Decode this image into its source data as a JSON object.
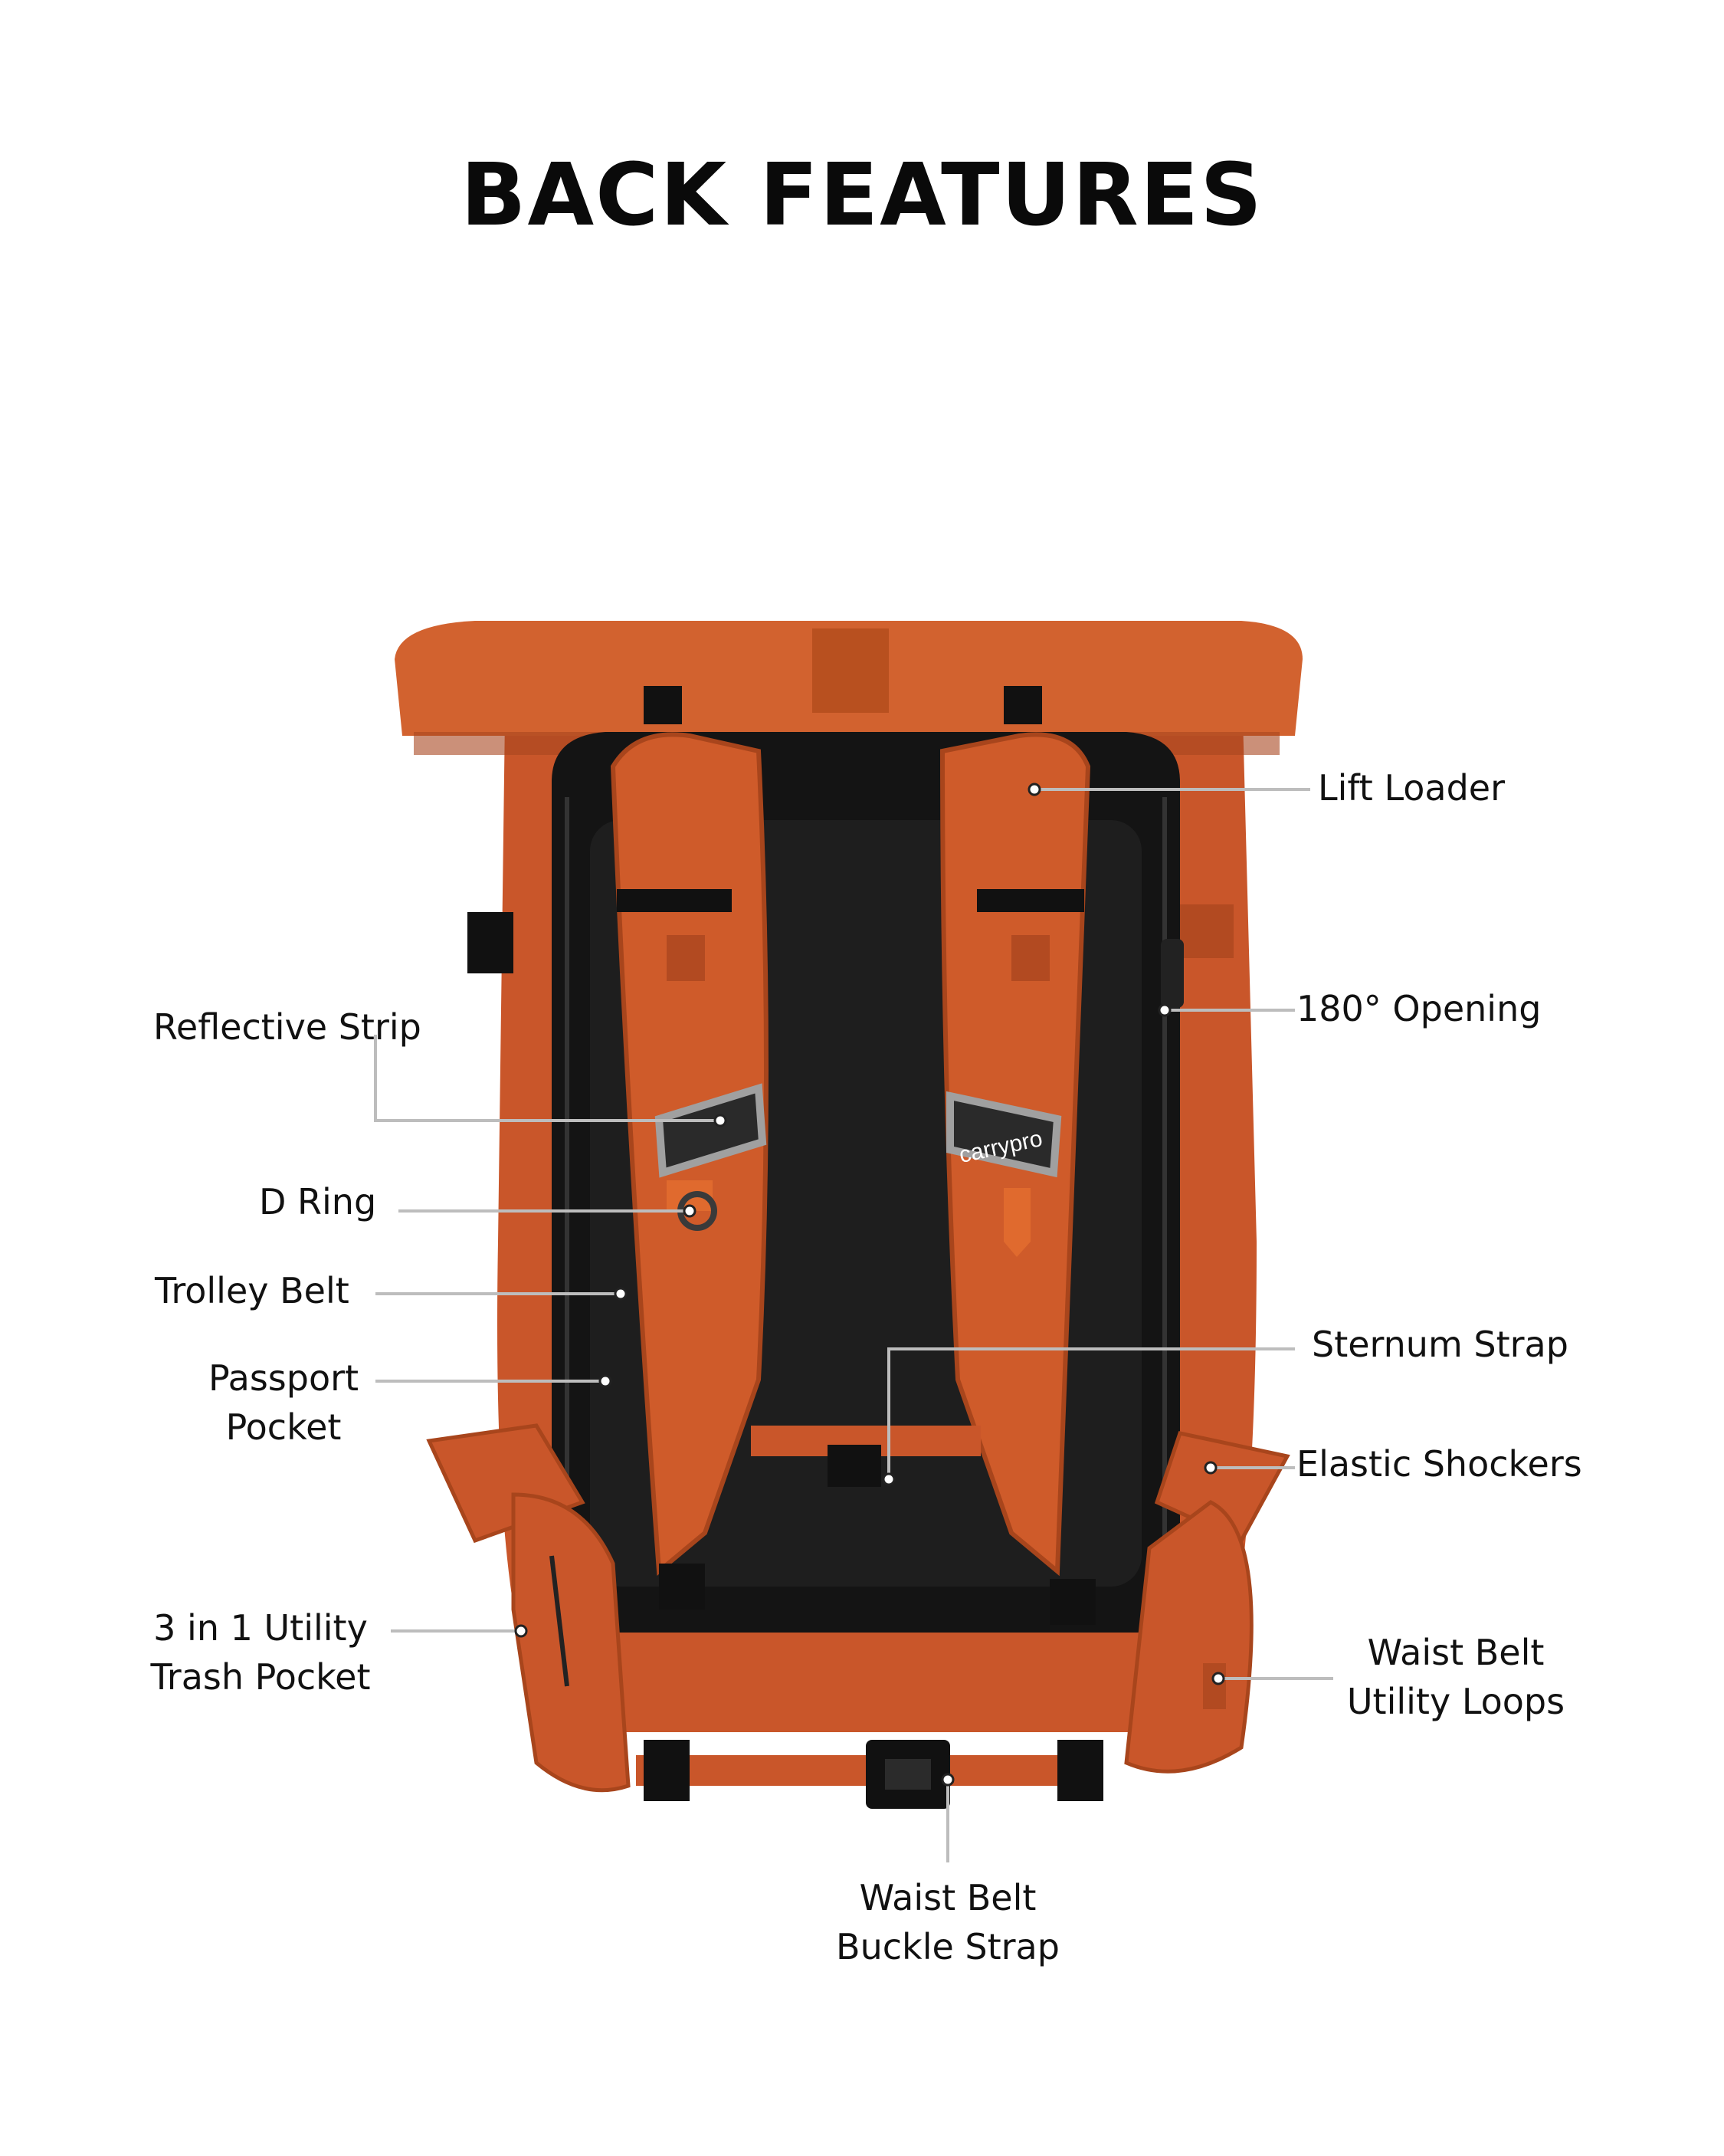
{
  "title": "BACK FEATURES",
  "brand_label": "carrypro",
  "colors": {
    "orange": "#c9562a",
    "orange_dark": "#9e3f1c",
    "black": "#111111",
    "leader": "#bdbdbd",
    "background": "#ffffff"
  },
  "labels": {
    "lift_loader": "Lift Loader",
    "opening": "180° Opening",
    "reflective_strip": "Reflective Strip",
    "d_ring": "D Ring",
    "trolley_belt": "Trolley Belt",
    "passport_pocket": [
      "Passport",
      "Pocket"
    ],
    "sternum_strap": "Sternum Strap",
    "elastic_shockers": "Elastic Shockers",
    "utility_trash_pocket": [
      "3 in 1 Utility",
      "Trash Pocket"
    ],
    "waist_belt_loops": [
      "Waist Belt",
      "Utility Loops"
    ],
    "waist_belt_buckle": [
      "Waist Belt",
      "Buckle Strap"
    ]
  }
}
